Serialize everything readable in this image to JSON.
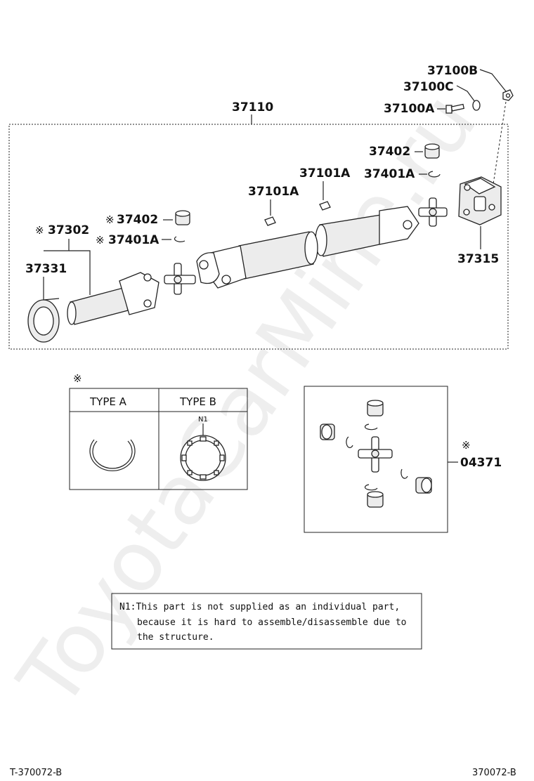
{
  "watermark": "ToyotaCarMine.ru",
  "labels": {
    "p37100B": "37100B",
    "p37100C": "37100C",
    "p37100A": "37100A",
    "p37110": "37110",
    "p37402_top": "37402",
    "p37401A_top": "37401A",
    "p37101A_right": "37101A",
    "p37101A_left": "37101A",
    "p37402_left": "37402",
    "p37401A_left": "37401A",
    "p37302": "37302",
    "p37331": "37331",
    "p37315": "37315",
    "p04371": "04371",
    "ref_mark": "※"
  },
  "type_table": {
    "type_a": "TYPE A",
    "type_b": "TYPE B",
    "n1": "N1"
  },
  "note": {
    "line1": "N1:This part is not supplied as an individual part,",
    "line2": "because it is hard to assemble/disassemble due to",
    "line3": "the structure."
  },
  "footer": {
    "left": "T-370072-B",
    "right": "370072-B"
  }
}
